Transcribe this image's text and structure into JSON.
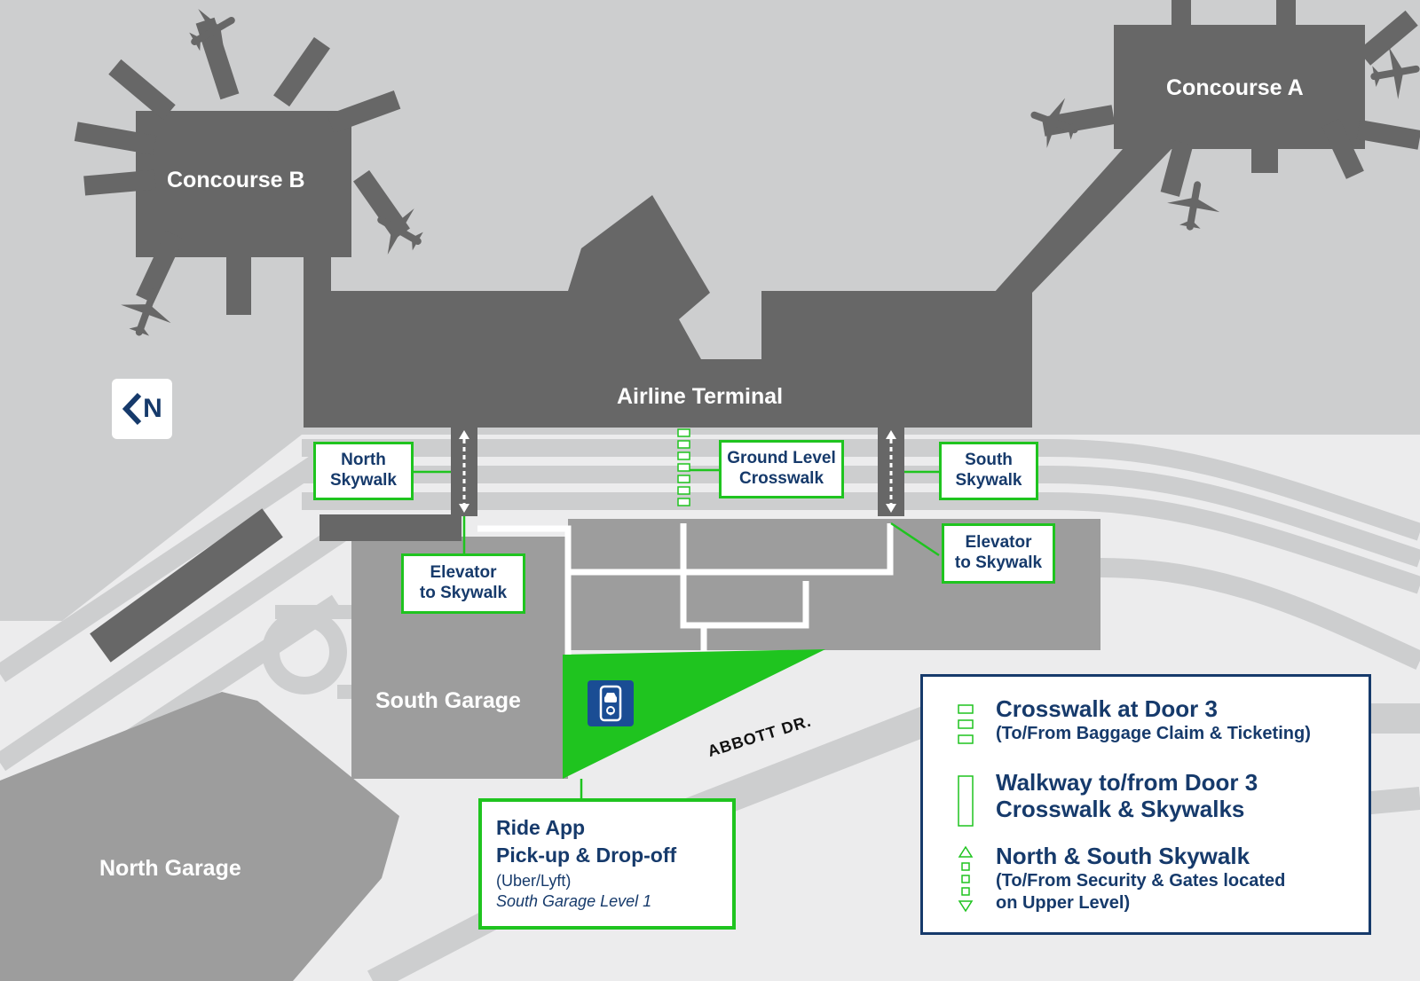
{
  "map": {
    "concourse_a": "Concourse A",
    "concourse_b": "Concourse B",
    "airline_terminal": "Airline Terminal",
    "south_garage": "South Garage",
    "north_garage": "North Garage",
    "road": "ABBOTT DR.",
    "compass_letter": "N",
    "compass_arrow_icon": "chevron-left-icon",
    "ride_app_icon": "car-phone-pin-icon"
  },
  "callouts": {
    "north_skywalk": [
      "North",
      "Skywalk"
    ],
    "south_skywalk": [
      "South",
      "Skywalk"
    ],
    "ground_crosswalk": [
      "Ground Level",
      "Crosswalk"
    ],
    "elevator_left": [
      "Elevator",
      "to Skywalk"
    ],
    "elevator_right": [
      "Elevator",
      "to Skywalk"
    ]
  },
  "ride_app": {
    "title_line1": "Ride App",
    "title_line2": "Pick-up & Drop-off",
    "subtitle": "(Uber/Lyft)",
    "location": "South Garage Level 1"
  },
  "legend": [
    {
      "title": "Crosswalk at Door 3",
      "sub1": "(To/From Baggage Claim & Ticketing)",
      "sub2": ""
    },
    {
      "title": "Walkway to/from Door 3",
      "sub1": "",
      "title2": "Crosswalk & Skywalks"
    },
    {
      "title": "North & South Skywalk",
      "sub1": "(To/From Security & Gates located",
      "sub2": "on Upper Level)"
    }
  ],
  "colors": {
    "building_dark": "#676767",
    "garage": "#9d9d9d",
    "road": "#cdcecf",
    "ground": "#ececed",
    "accent_green": "#1fc41f",
    "navy": "#163a6b"
  }
}
